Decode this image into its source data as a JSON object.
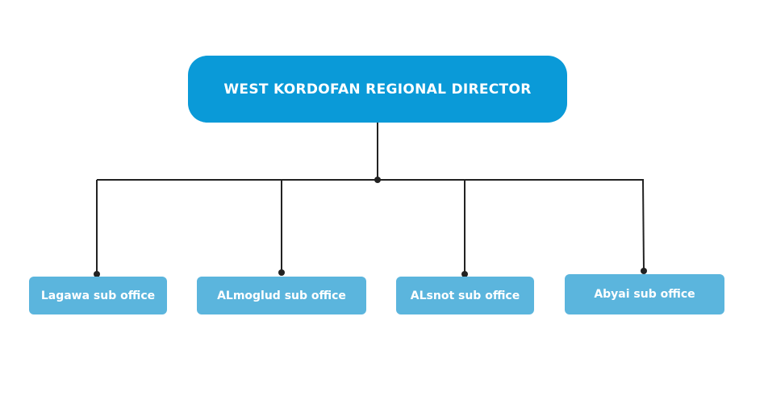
{
  "colors": {
    "root_fill": "#0a9ad8",
    "child_fill": "#5bb5dd",
    "text": "#ffffff",
    "connector": "#222222"
  },
  "root": {
    "label": "WEST KORDOFAN REGIONAL DIRECTOR"
  },
  "children": [
    {
      "label": "Lagawa sub office"
    },
    {
      "label": "ALmoglud sub office"
    },
    {
      "label": "ALsnot sub office"
    },
    {
      "label": "Abyai sub office"
    }
  ]
}
